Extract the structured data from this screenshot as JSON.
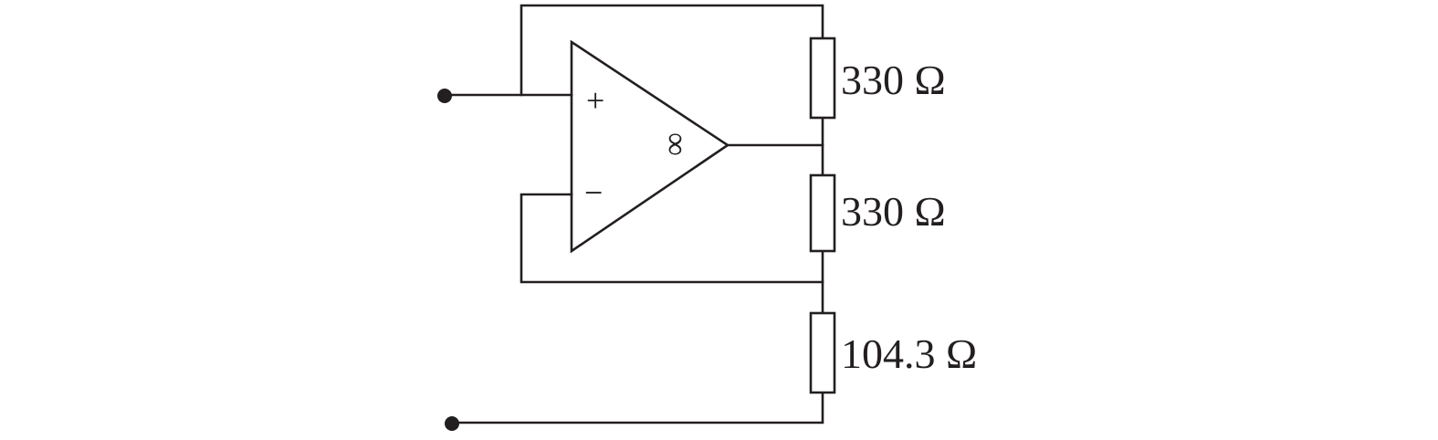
{
  "diagram": {
    "opamp": {
      "noninverting_sign": "+",
      "inverting_sign": "−",
      "gain_symbol": "∞"
    },
    "resistors": [
      {
        "value": "330 Ω"
      },
      {
        "value": "330 Ω"
      },
      {
        "value": "104.3 Ω"
      }
    ],
    "colors": {
      "line": "#231f20",
      "background": "#ffffff"
    }
  }
}
